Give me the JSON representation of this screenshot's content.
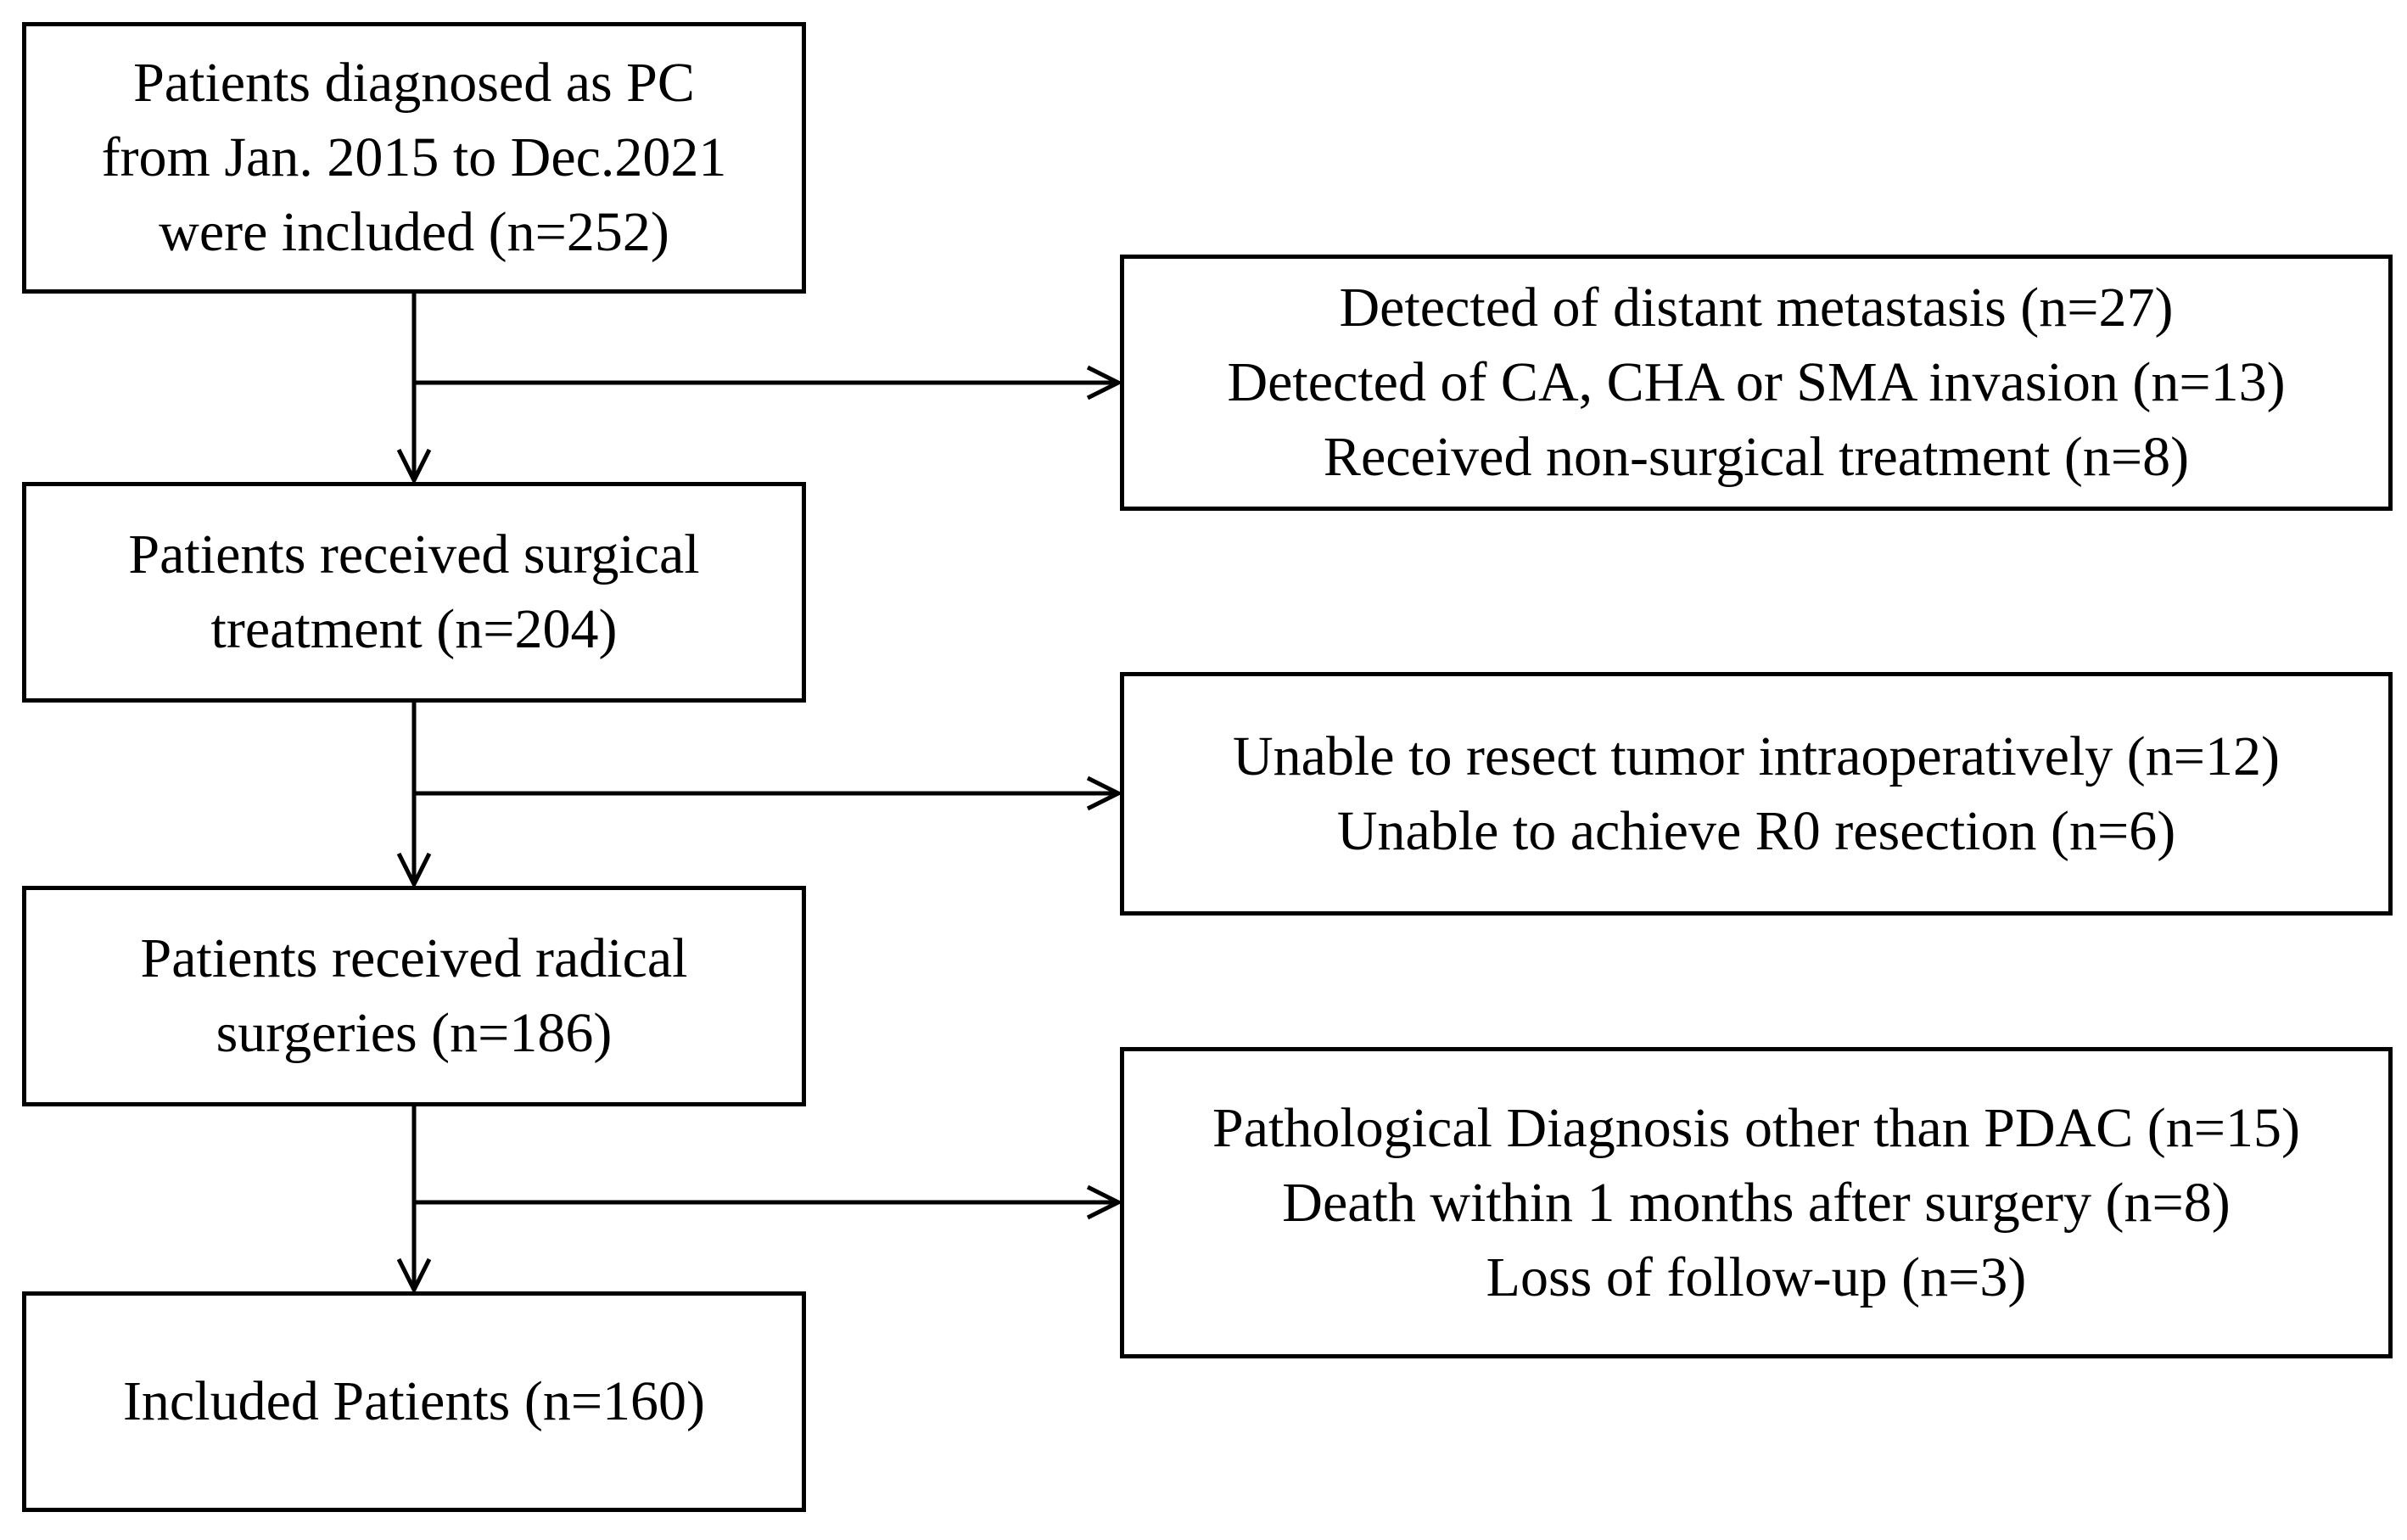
{
  "flowchart": {
    "main": [
      {
        "id": "b1",
        "lines": [
          "Patients diagnosed as PC",
          "from Jan. 2015 to Dec.2021",
          "were included (n=252)"
        ]
      },
      {
        "id": "b2",
        "lines": [
          "Patients received surgical",
          "treatment (n=204)"
        ]
      },
      {
        "id": "b3",
        "lines": [
          "Patients received radical",
          "surgeries (n=186)"
        ]
      },
      {
        "id": "b4",
        "lines": [
          "Included Patients (n=160)"
        ]
      }
    ],
    "exclusions": [
      {
        "id": "e1",
        "lines": [
          "Detected of distant metastasis (n=27)",
          "Detected of CA, CHA or SMA invasion (n=13)",
          "Received non-surgical treatment (n=8)"
        ]
      },
      {
        "id": "e2",
        "lines": [
          "Unable to resect tumor intraoperatively (n=12)",
          "Unable to achieve R0 resection (n=6)"
        ]
      },
      {
        "id": "e3",
        "lines": [
          "Pathological Diagnosis other than PDAC (n=15)",
          "Death within 1 months after surgery (n=8)",
          "Loss of follow-up (n=3)"
        ]
      }
    ],
    "colors": {
      "stroke": "#000000",
      "background": "#ffffff",
      "text": "#000000"
    }
  }
}
